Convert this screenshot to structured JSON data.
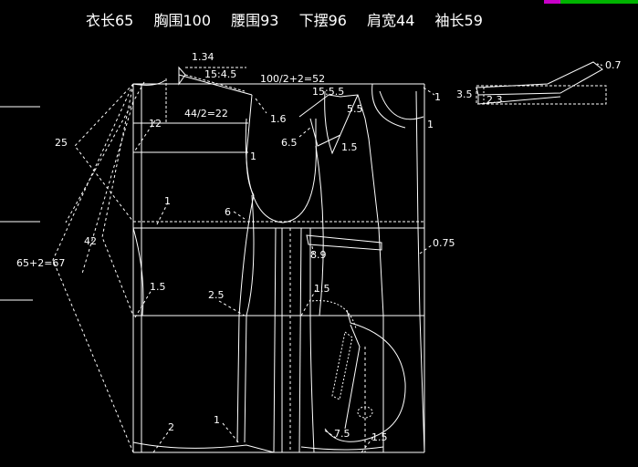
{
  "colors": {
    "background": "#000000",
    "line": "#ffffff",
    "accent_magenta": "#c800c8",
    "accent_green": "#00b400"
  },
  "header": {
    "items": [
      "衣长65",
      "胸围100",
      "腰围93",
      "下摆96",
      "肩宽44",
      "袖长59"
    ]
  },
  "labels": {
    "collar_width": "1.34",
    "shoulder_slope_front": "15:4.5",
    "chest_half": "100/2+2=52",
    "shoulder_slope_back": "15:5.5",
    "shoulder_half": "44/2=22",
    "offset_1_right": "1",
    "offset_1_sleeve": "1",
    "val_3_5": "3.5",
    "val_2_3": "2.3",
    "val_0_7": "0.7",
    "val_12": "12",
    "val_1_6": "1.6",
    "val_5_5": "5.5",
    "val_6_5": "6.5",
    "val_1_5_top": "1.5",
    "val_25": "25",
    "val_1_armhole": "1",
    "val_1_front": "1",
    "val_6": "6",
    "val_42": "42",
    "val_0_75": "0.75",
    "val_8_9": "8.9",
    "length_total": "65+2=67",
    "val_1_5_left": "1.5",
    "val_2_5": "2.5",
    "val_1_5_mid": "1.5",
    "val_2": "2",
    "val_1_hem": "1",
    "val_7_5": "7.5",
    "val_1_5_hem": "1.5"
  }
}
